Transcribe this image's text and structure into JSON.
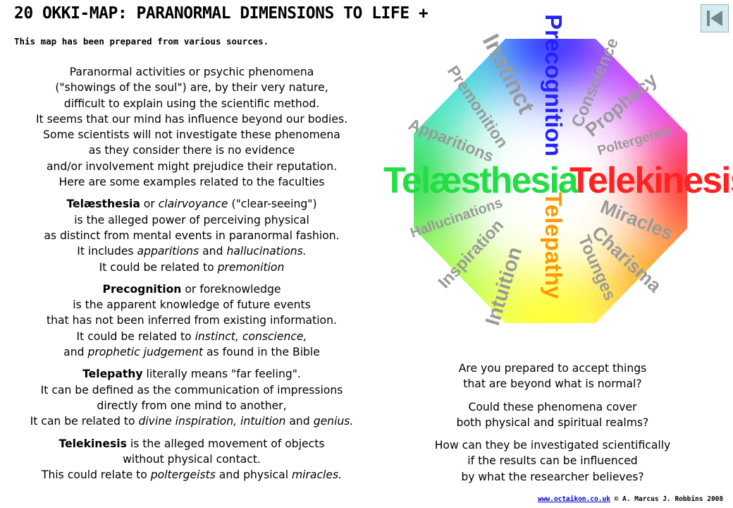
{
  "header": {
    "title": "20 OKKI-MAP: PARANORMAL DIMENSIONS TO LIFE +",
    "subtitle": "This map has been prepared from various sources."
  },
  "intro": [
    "Paranormal activities or psychic phenomena",
    "(\"showings of the soul\") are, by their very nature,",
    "difficult to explain using the scientific method.",
    "It seems that our mind has influence beyond our bodies.",
    "Some scientists will not investigate these phenomena",
    "as they consider there is no evidence",
    "and/or involvement might prejudice their reputation.",
    "Here are some examples related to the faculties"
  ],
  "telaesthesia": {
    "term": "Telæsthesia",
    "l1_a": " or ",
    "l1_b": "clairvoyance",
    "l1_c": " (\"clear-seeing\")",
    "l2": "is the alleged power of perceiving physical",
    "l3": "as distinct from mental events in paranormal fashion.",
    "l4_a": "It includes ",
    "l4_b": "apparitions",
    "l4_c": " and ",
    "l4_d": "hallucinations.",
    "l5_a": "It could be related to ",
    "l5_b": "premonition"
  },
  "precognition": {
    "term": "Precognition",
    "l1": " or foreknowledge",
    "l2": "is the apparent knowledge of future events",
    "l3": "that has not been inferred from existing information.",
    "l4_a": "It could be related to ",
    "l4_b": "instinct, conscience,",
    "l5_a": "and ",
    "l5_b": "prophetic judgement",
    "l5_c": " as found in the Bible"
  },
  "telepathy": {
    "term": "Telepathy",
    "l1": " literally means \"far feeling\".",
    "l2": "It can be defined as the communication of impressions",
    "l3": "directly from one mind  to another,",
    "l4_a": "It can be related to ",
    "l4_b": "divine inspiration, intuition",
    "l4_c": " and ",
    "l4_d": "genius."
  },
  "telekinesis": {
    "term": "Telekinesis",
    "l1": " is the alleged movement of objects",
    "l2": "without physical contact.",
    "l3_a": "This could relate to ",
    "l3_b": "poltergeists",
    "l3_c": " and physical ",
    "l3_d": "miracles."
  },
  "questions": {
    "q1_l1": "Are you prepared to accept things",
    "q1_l2": "that are beyond what is normal?",
    "q2_l1": "Could these phenomena cover",
    "q2_l2": "both physical and spiritual realms?",
    "q3_l1": "How can they be investigated scientifically",
    "q3_l2": "if the results can be influenced",
    "q3_l3": "by what the researcher believes?"
  },
  "map": {
    "main": {
      "telaesthesia": "Telæsthesia",
      "telekinesis": "Telekinesis",
      "precognition": "Precognition",
      "telepathy": "Telepathy"
    },
    "sub": {
      "instinct": "Instinct",
      "premonition": "Premonition",
      "apparitions": "Apparitions",
      "conscience": "Conscience",
      "prophecy": "Prophecy",
      "poltergeists": "Poltergeists",
      "hallucinations": "Hallucinations",
      "inspiration": "Inspiration",
      "intuition": "Intuition",
      "miracles": "Miracles",
      "charisma": "Charisma",
      "toungues": "Tounges"
    },
    "colors": {
      "top": "#2222ff",
      "top_right": "#cc22ff",
      "right": "#ff2222",
      "bottom_right": "#ff9900",
      "bottom": "#ffff22",
      "bottom_left": "#99ff22",
      "left": "#22dd44",
      "top_left": "#22ddcc",
      "label_gray": "#9a9a9a"
    }
  },
  "footer": {
    "link": "www.octaikon.co.uk",
    "credit": " © A. Marcus J. Robbins 2008"
  }
}
